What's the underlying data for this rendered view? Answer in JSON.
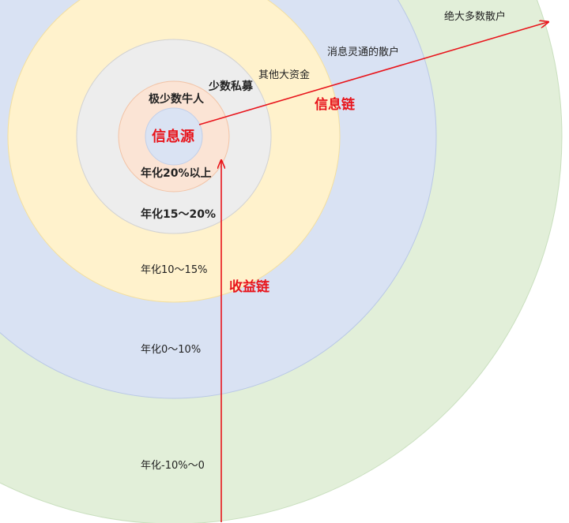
{
  "diagram": {
    "rings": [
      {
        "id": "green",
        "fill": "#e2efd9",
        "stroke": "#c9dfbe"
      },
      {
        "id": "blue",
        "fill": "#d9e2f3",
        "stroke": "#b9c8e6"
      },
      {
        "id": "yellow",
        "fill": "#fff2cc",
        "stroke": "#f3dfa0"
      },
      {
        "id": "grey",
        "fill": "#ededed",
        "stroke": "#d2d2d2"
      },
      {
        "id": "peach",
        "fill": "#fbe4d5",
        "stroke": "#f2c3a6"
      },
      {
        "id": "center",
        "fill": "#dae3f3",
        "stroke": "#c2cfe8"
      }
    ],
    "colors": {
      "accent": "#e8141b",
      "text": "#222222"
    },
    "labels": {
      "center": "信息源",
      "ring1_who": "极少数牛人",
      "ring2_who": "少数私募",
      "ring3_who": "其他大资金",
      "ring4_who": "消息灵通的散户",
      "ring5_who": "绝大多数散户",
      "ring1_return": "年化20%以上",
      "ring2_return": "年化15～20%",
      "ring3_return": "年化10～15%",
      "ring4_return": "年化0～10%",
      "ring5_return": "年化-10%～0",
      "info_chain": "信息链",
      "return_chain": "收益链"
    }
  }
}
